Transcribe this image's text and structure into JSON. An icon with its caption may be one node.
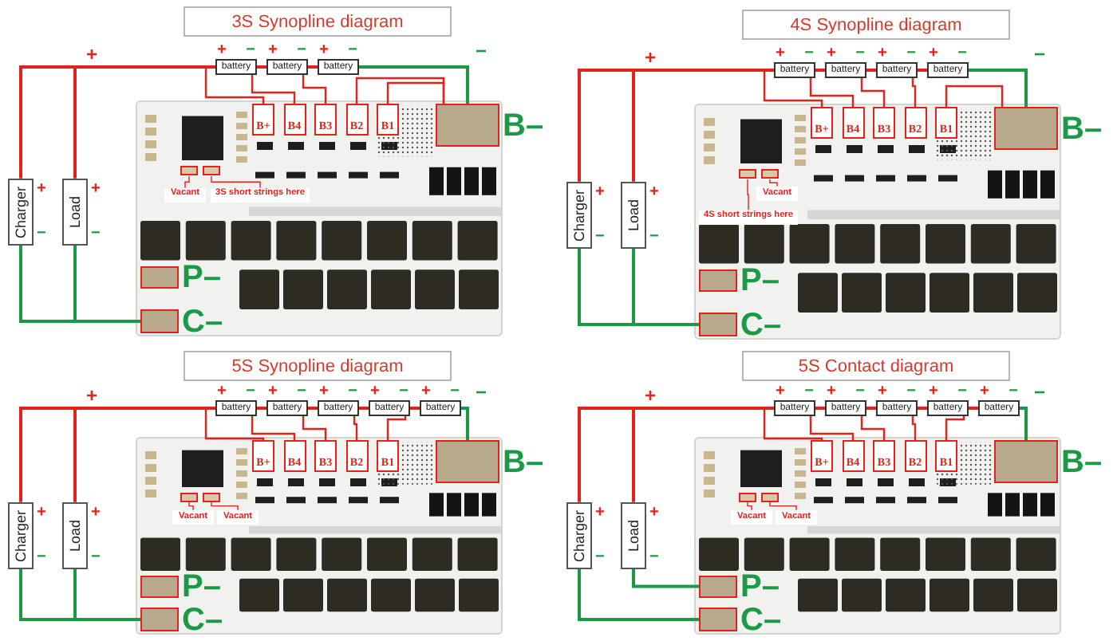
{
  "diagram": {
    "nodes": [
      {
        "text": [
          "3S Synopline diagram"
        ]
      },
      {
        "text": [
          "Charger"
        ],
        "beside": [
          "+",
          "−"
        ]
      },
      {
        "text": [
          "Load"
        ],
        "beside": [
          "+",
          "−"
        ]
      },
      {
        "text": [
          "battery"
        ],
        "beside": [
          "+",
          "−"
        ]
      },
      {
        "text": [
          "battery"
        ],
        "beside": [
          "+",
          "−"
        ]
      },
      {
        "text": [
          "battery"
        ],
        "beside": [
          "+",
          "−"
        ]
      },
      {
        "text": [],
        "shape": "picture"
      },
      {
        "text": [
          "B+"
        ],
        "in": 6
      },
      {
        "text": [
          "B4"
        ],
        "in": 6
      },
      {
        "text": [
          "B3"
        ],
        "in": 6
      },
      {
        "text": [
          "B2"
        ],
        "in": 6
      },
      {
        "text": [
          "B1"
        ],
        "in": 6
      },
      {
        "text": [
          "B–"
        ],
        "in": 6
      },
      {
        "text": [
          "P–"
        ],
        "in": 6
      },
      {
        "text": [
          "C–"
        ],
        "in": 6
      },
      {
        "text": [],
        "shape": "box",
        "in": 6
      },
      {
        "text": [],
        "shape": "box",
        "in": 6
      },
      {
        "text": [
          "Vacant"
        ],
        "in": 6
      },
      {
        "text": [
          "3S short strings here"
        ],
        "in": 6
      },
      {
        "text": [
          "4S Synopline diagram"
        ]
      },
      {
        "text": [
          "Charger"
        ],
        "beside": [
          "+",
          "−"
        ]
      },
      {
        "text": [
          "Load"
        ],
        "beside": [
          "+",
          "−"
        ]
      },
      {
        "text": [
          "battery"
        ],
        "beside": [
          "+",
          "−"
        ]
      },
      {
        "text": [
          "battery"
        ],
        "beside": [
          "+",
          "−"
        ]
      },
      {
        "text": [
          "battery"
        ],
        "beside": [
          "+",
          "−"
        ]
      },
      {
        "text": [
          "battery"
        ],
        "beside": [
          "+",
          "−"
        ]
      },
      {
        "text": [],
        "shape": "picture"
      },
      {
        "text": [
          "B+"
        ],
        "in": 26
      },
      {
        "text": [
          "B4"
        ],
        "in": 26
      },
      {
        "text": [
          "B3"
        ],
        "in": 26
      },
      {
        "text": [
          "B2"
        ],
        "in": 26
      },
      {
        "text": [
          "B1"
        ],
        "in": 26
      },
      {
        "text": [
          "B–"
        ],
        "in": 26
      },
      {
        "text": [
          "P–"
        ],
        "in": 26
      },
      {
        "text": [
          "C–"
        ],
        "in": 26
      },
      {
        "text": [],
        "shape": "box",
        "in": 26
      },
      {
        "text": [],
        "shape": "box",
        "in": 26
      },
      {
        "text": [
          "Vacant"
        ],
        "in": 26
      },
      {
        "text": [
          "4S short strings here"
        ],
        "in": 26
      },
      {
        "text": [
          "5S Synopline diagram"
        ]
      },
      {
        "text": [
          "Charger"
        ],
        "beside": [
          "+",
          "−"
        ]
      },
      {
        "text": [
          "Load"
        ],
        "beside": [
          "+",
          "−"
        ]
      },
      {
        "text": [
          "battery"
        ],
        "beside": [
          "+",
          "−"
        ]
      },
      {
        "text": [
          "battery"
        ],
        "beside": [
          "+",
          "−"
        ]
      },
      {
        "text": [
          "battery"
        ],
        "beside": [
          "+",
          "−"
        ]
      },
      {
        "text": [
          "battery"
        ],
        "beside": [
          "+",
          "−"
        ]
      },
      {
        "text": [
          "battery"
        ],
        "beside": [
          "+",
          "−"
        ]
      },
      {
        "text": [],
        "shape": "picture"
      },
      {
        "text": [
          "B+"
        ],
        "in": 47
      },
      {
        "text": [
          "B4"
        ],
        "in": 47
      },
      {
        "text": [
          "B3"
        ],
        "in": 47
      },
      {
        "text": [
          "B2"
        ],
        "in": 47
      },
      {
        "text": [
          "B1"
        ],
        "in": 47
      },
      {
        "text": [
          "B–"
        ],
        "in": 47
      },
      {
        "text": [
          "P–"
        ],
        "in": 47
      },
      {
        "text": [
          "C–"
        ],
        "in": 47
      },
      {
        "text": [],
        "shape": "box",
        "in": 47
      },
      {
        "text": [],
        "shape": "box",
        "in": 47
      },
      {
        "text": [
          "Vacant"
        ],
        "in": 47
      },
      {
        "text": [
          "Vacant"
        ],
        "in": 47
      },
      {
        "text": [
          "5S Contact diagram"
        ]
      },
      {
        "text": [
          "Charger"
        ],
        "beside": [
          "+",
          "−"
        ]
      },
      {
        "text": [
          "Load"
        ],
        "beside": [
          "+",
          "−"
        ]
      },
      {
        "text": [
          "battery"
        ],
        "beside": [
          "+",
          "−"
        ]
      },
      {
        "text": [
          "battery"
        ],
        "beside": [
          "+",
          "−"
        ]
      },
      {
        "text": [
          "battery"
        ],
        "beside": [
          "+",
          "−"
        ]
      },
      {
        "text": [
          "battery"
        ],
        "beside": [
          "+",
          "−"
        ]
      },
      {
        "text": [
          "battery"
        ],
        "beside": [
          "+",
          "−"
        ]
      },
      {
        "text": [],
        "shape": "picture"
      },
      {
        "text": [
          "B+"
        ],
        "in": 68
      },
      {
        "text": [
          "B4"
        ],
        "in": 68
      },
      {
        "text": [
          "B3"
        ],
        "in": 68
      },
      {
        "text": [
          "B2"
        ],
        "in": 68
      },
      {
        "text": [
          "B1"
        ],
        "in": 68
      },
      {
        "text": [
          "B–"
        ],
        "in": 68
      },
      {
        "text": [
          "P–"
        ],
        "in": 68
      },
      {
        "text": [
          "C–"
        ],
        "in": 68
      },
      {
        "text": [],
        "shape": "box",
        "in": 68
      },
      {
        "text": [],
        "shape": "box",
        "in": 68
      },
      {
        "text": [
          "Vacant"
        ],
        "in": 68
      },
      {
        "text": [
          "Vacant"
        ],
        "in": 68
      }
    ],
    "edges": [
      {
        "from": 1,
        "to": 3,
        "arrow": "none"
      },
      {
        "from": 2,
        "to": 3,
        "arrow": "none"
      },
      {
        "from": 3,
        "to": 4,
        "arrow": "none"
      },
      {
        "from": 4,
        "to": 5,
        "arrow": "none"
      },
      {
        "from": 5,
        "to": 12,
        "arrow": "none",
        "color": "#1a9a45"
      },
      {
        "from": 3,
        "to": 7,
        "arrow": "none"
      },
      {
        "from": 3,
        "to": 8,
        "arrow": "none"
      },
      {
        "from": 4,
        "to": 9,
        "arrow": "none"
      },
      {
        "from": 12,
        "to": 10,
        "arrow": "none"
      },
      {
        "from": 12,
        "to": 11,
        "arrow": "none"
      },
      {
        "from": 1,
        "to": 14,
        "arrow": "none",
        "color": "#1a9a45"
      },
      {
        "from": 2,
        "to": 14,
        "arrow": "none",
        "color": "#1a9a45"
      },
      {
        "from": 17,
        "to": 15,
        "arrow": "none"
      },
      {
        "from": 18,
        "to": 16,
        "arrow": "none"
      },
      {
        "from": 20,
        "to": 22,
        "arrow": "none"
      },
      {
        "from": 21,
        "to": 22,
        "arrow": "none"
      },
      {
        "from": 22,
        "to": 23,
        "arrow": "none"
      },
      {
        "from": 23,
        "to": 24,
        "arrow": "none"
      },
      {
        "from": 24,
        "to": 25,
        "arrow": "none"
      },
      {
        "from": 25,
        "to": 32,
        "arrow": "none",
        "color": "#1a9a45"
      },
      {
        "from": 22,
        "to": 27,
        "arrow": "none"
      },
      {
        "from": 22,
        "to": 28,
        "arrow": "none"
      },
      {
        "from": 23,
        "to": 29,
        "arrow": "none"
      },
      {
        "from": 24,
        "to": 30,
        "arrow": "none"
      },
      {
        "from": 32,
        "to": 31,
        "arrow": "none"
      },
      {
        "from": 20,
        "to": 34,
        "arrow": "none",
        "color": "#1a9a45"
      },
      {
        "from": 21,
        "to": 34,
        "arrow": "none",
        "color": "#1a9a45"
      },
      {
        "from": 37,
        "to": 36,
        "arrow": "none"
      },
      {
        "from": 38,
        "to": 35,
        "arrow": "none"
      },
      {
        "from": 40,
        "to": 42,
        "arrow": "none"
      },
      {
        "from": 41,
        "to": 42,
        "arrow": "none"
      },
      {
        "from": 42,
        "to": 43,
        "arrow": "none"
      },
      {
        "from": 43,
        "to": 44,
        "arrow": "none"
      },
      {
        "from": 44,
        "to": 45,
        "arrow": "none"
      },
      {
        "from": 45,
        "to": 46,
        "arrow": "none"
      },
      {
        "from": 46,
        "to": 53,
        "arrow": "none",
        "color": "#1a9a45"
      },
      {
        "from": 42,
        "to": 48,
        "arrow": "none"
      },
      {
        "from": 42,
        "to": 49,
        "arrow": "none"
      },
      {
        "from": 43,
        "to": 50,
        "arrow": "none"
      },
      {
        "from": 44,
        "to": 51,
        "arrow": "none"
      },
      {
        "from": 45,
        "to": 52,
        "arrow": "none"
      },
      {
        "from": 40,
        "to": 55,
        "arrow": "none",
        "color": "#1a9a45"
      },
      {
        "from": 41,
        "to": 55,
        "arrow": "none",
        "color": "#1a9a45"
      },
      {
        "from": 58,
        "to": 56,
        "arrow": "none"
      },
      {
        "from": 59,
        "to": 57,
        "arrow": "none"
      },
      {
        "from": 61,
        "to": 63,
        "arrow": "none"
      },
      {
        "from": 62,
        "to": 63,
        "arrow": "none"
      },
      {
        "from": 63,
        "to": 64,
        "arrow": "none"
      },
      {
        "from": 64,
        "to": 65,
        "arrow": "none"
      },
      {
        "from": 65,
        "to": 66,
        "arrow": "none"
      },
      {
        "from": 66,
        "to": 67,
        "arrow": "none"
      },
      {
        "from": 67,
        "to": 74,
        "arrow": "none",
        "color": "#1a9a45"
      },
      {
        "from": 63,
        "to": 69,
        "arrow": "none"
      },
      {
        "from": 63,
        "to": 70,
        "arrow": "none"
      },
      {
        "from": 64,
        "to": 71,
        "arrow": "none"
      },
      {
        "from": 65,
        "to": 72,
        "arrow": "none"
      },
      {
        "from": 66,
        "to": 73,
        "arrow": "none"
      },
      {
        "from": 61,
        "to": 76,
        "arrow": "none",
        "color": "#1a9a45"
      },
      {
        "from": 62,
        "to": 75,
        "arrow": "none",
        "color": "#1a9a45"
      },
      {
        "from": 79,
        "to": 77,
        "arrow": "none"
      },
      {
        "from": 80,
        "to": 78,
        "arrow": "none"
      }
    ],
    "labels": [
      "+",
      "−",
      "+",
      "−",
      "+",
      "−",
      "+",
      "−"
    ]
  }
}
